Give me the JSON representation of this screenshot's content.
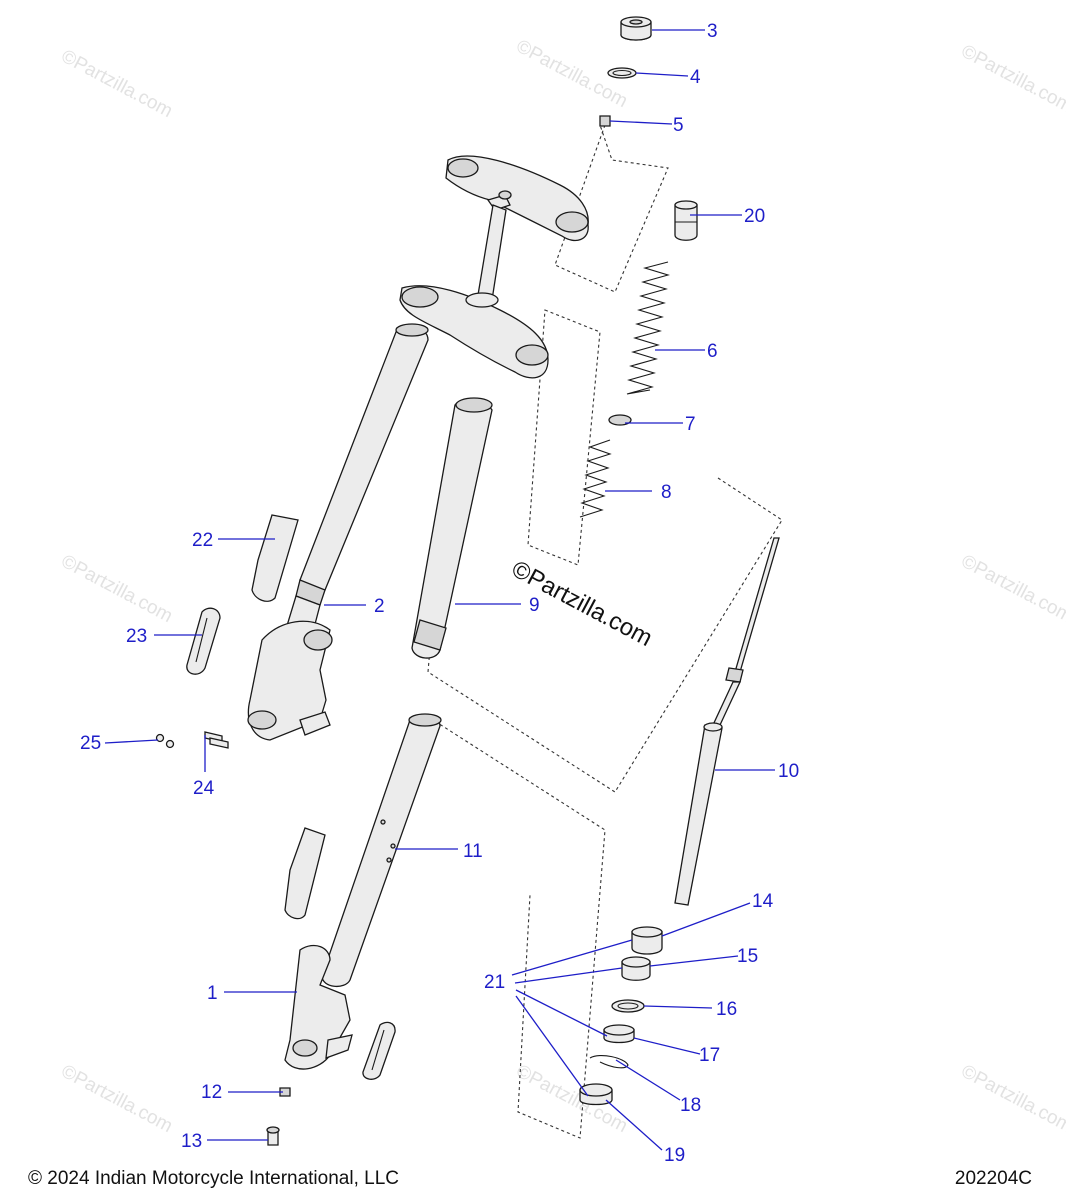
{
  "watermark": {
    "text": "©Partzilla.com"
  },
  "callouts": {
    "c1": "1",
    "c2": "2",
    "c3": "3",
    "c4": "4",
    "c5": "5",
    "c6": "6",
    "c7": "7",
    "c8": "8",
    "c9": "9",
    "c10": "10",
    "c11": "11",
    "c12": "12",
    "c13": "13",
    "c14": "14",
    "c15": "15",
    "c16": "16",
    "c17": "17",
    "c18": "18",
    "c19": "19",
    "c20": "20",
    "c21": "21",
    "c22": "22",
    "c23": "23",
    "c24": "24",
    "c25": "25"
  },
  "footer": {
    "copyright": "© 2024 Indian Motorcycle International, LLC",
    "diagram_id": "202204C"
  }
}
